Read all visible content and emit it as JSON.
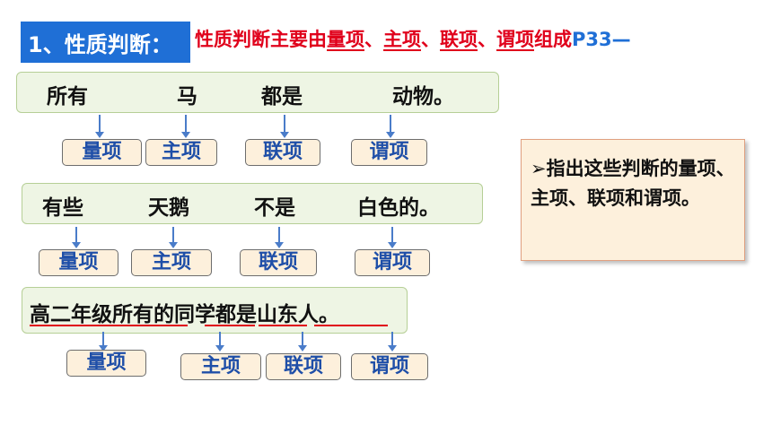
{
  "title": {
    "heading": "1、性质判断：",
    "desc_prefix": "性质判断主要由",
    "t1": "量项",
    "sep1": "、",
    "t2": "主项",
    "sep2": "、",
    "t3": "联项",
    "sep3": "、",
    "t4": "谓项",
    "desc_suffix": "组成",
    "page_ref": "P33—"
  },
  "sentence1": {
    "words": [
      "所有",
      "马",
      "都是",
      "动物。"
    ],
    "tags": [
      "量项",
      "主项",
      "联项",
      "谓项"
    ]
  },
  "sentence2": {
    "words": [
      "有些",
      "天鹅",
      "不是",
      "白色的。"
    ],
    "tags": [
      "量项",
      "主项",
      "联项",
      "谓项"
    ]
  },
  "sentence3": {
    "text": "高二年级所有的同学都是山东人。",
    "tags": [
      "量项",
      "主项",
      "联项",
      "谓项"
    ]
  },
  "note": {
    "bullet": "➢",
    "text": "指出这些判断的量项、主项、联项和谓项。"
  },
  "colors": {
    "title_bg": "#1f6fd6",
    "emphasis_red": "#e0001b",
    "tag_text": "#1f4fa8",
    "sentence_bg": "#eef5e4",
    "tag_bg": "#fdf0dc"
  }
}
